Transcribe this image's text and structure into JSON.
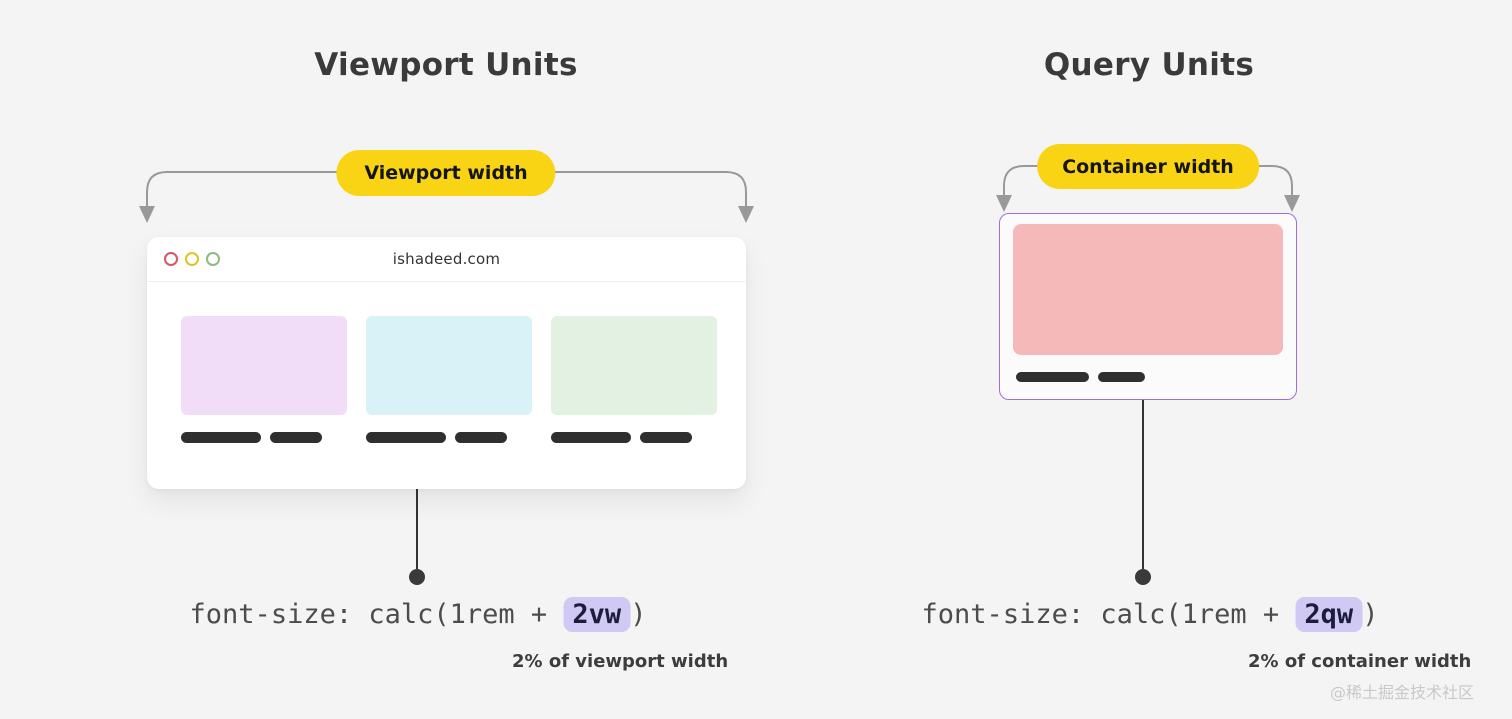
{
  "left": {
    "title": "Viewport Units",
    "pill": "Viewport width",
    "browser": {
      "url": "ishadeed.com"
    },
    "code": {
      "prefix": "font-size: calc(1rem + ",
      "unit": "2vw",
      "suffix": ")"
    },
    "caption": "2% of viewport width"
  },
  "right": {
    "title": "Query Units",
    "pill": "Container width",
    "code": {
      "prefix": "font-size: calc(1rem + ",
      "unit": "2qw",
      "suffix": ")"
    },
    "caption": "2% of container width"
  },
  "watermark": "@稀土掘金技术社区",
  "colors": {
    "background": "#f4f4f5",
    "accent_yellow": "#f8d415",
    "unit_highlight": "#cfc9f4",
    "container_border": "#a36cd4",
    "card_lavender": "#f2ddf8",
    "card_cyan": "#d8f2f8",
    "card_green": "#e3f1e3",
    "card_pink": "#f5b9b9",
    "skeleton_bar": "#2f2f2f",
    "bracket_line": "#999999",
    "connector_line": "#333333",
    "traffic_red": "#d9536b",
    "traffic_yellow": "#dcc522",
    "traffic_green": "#8cbb80"
  }
}
